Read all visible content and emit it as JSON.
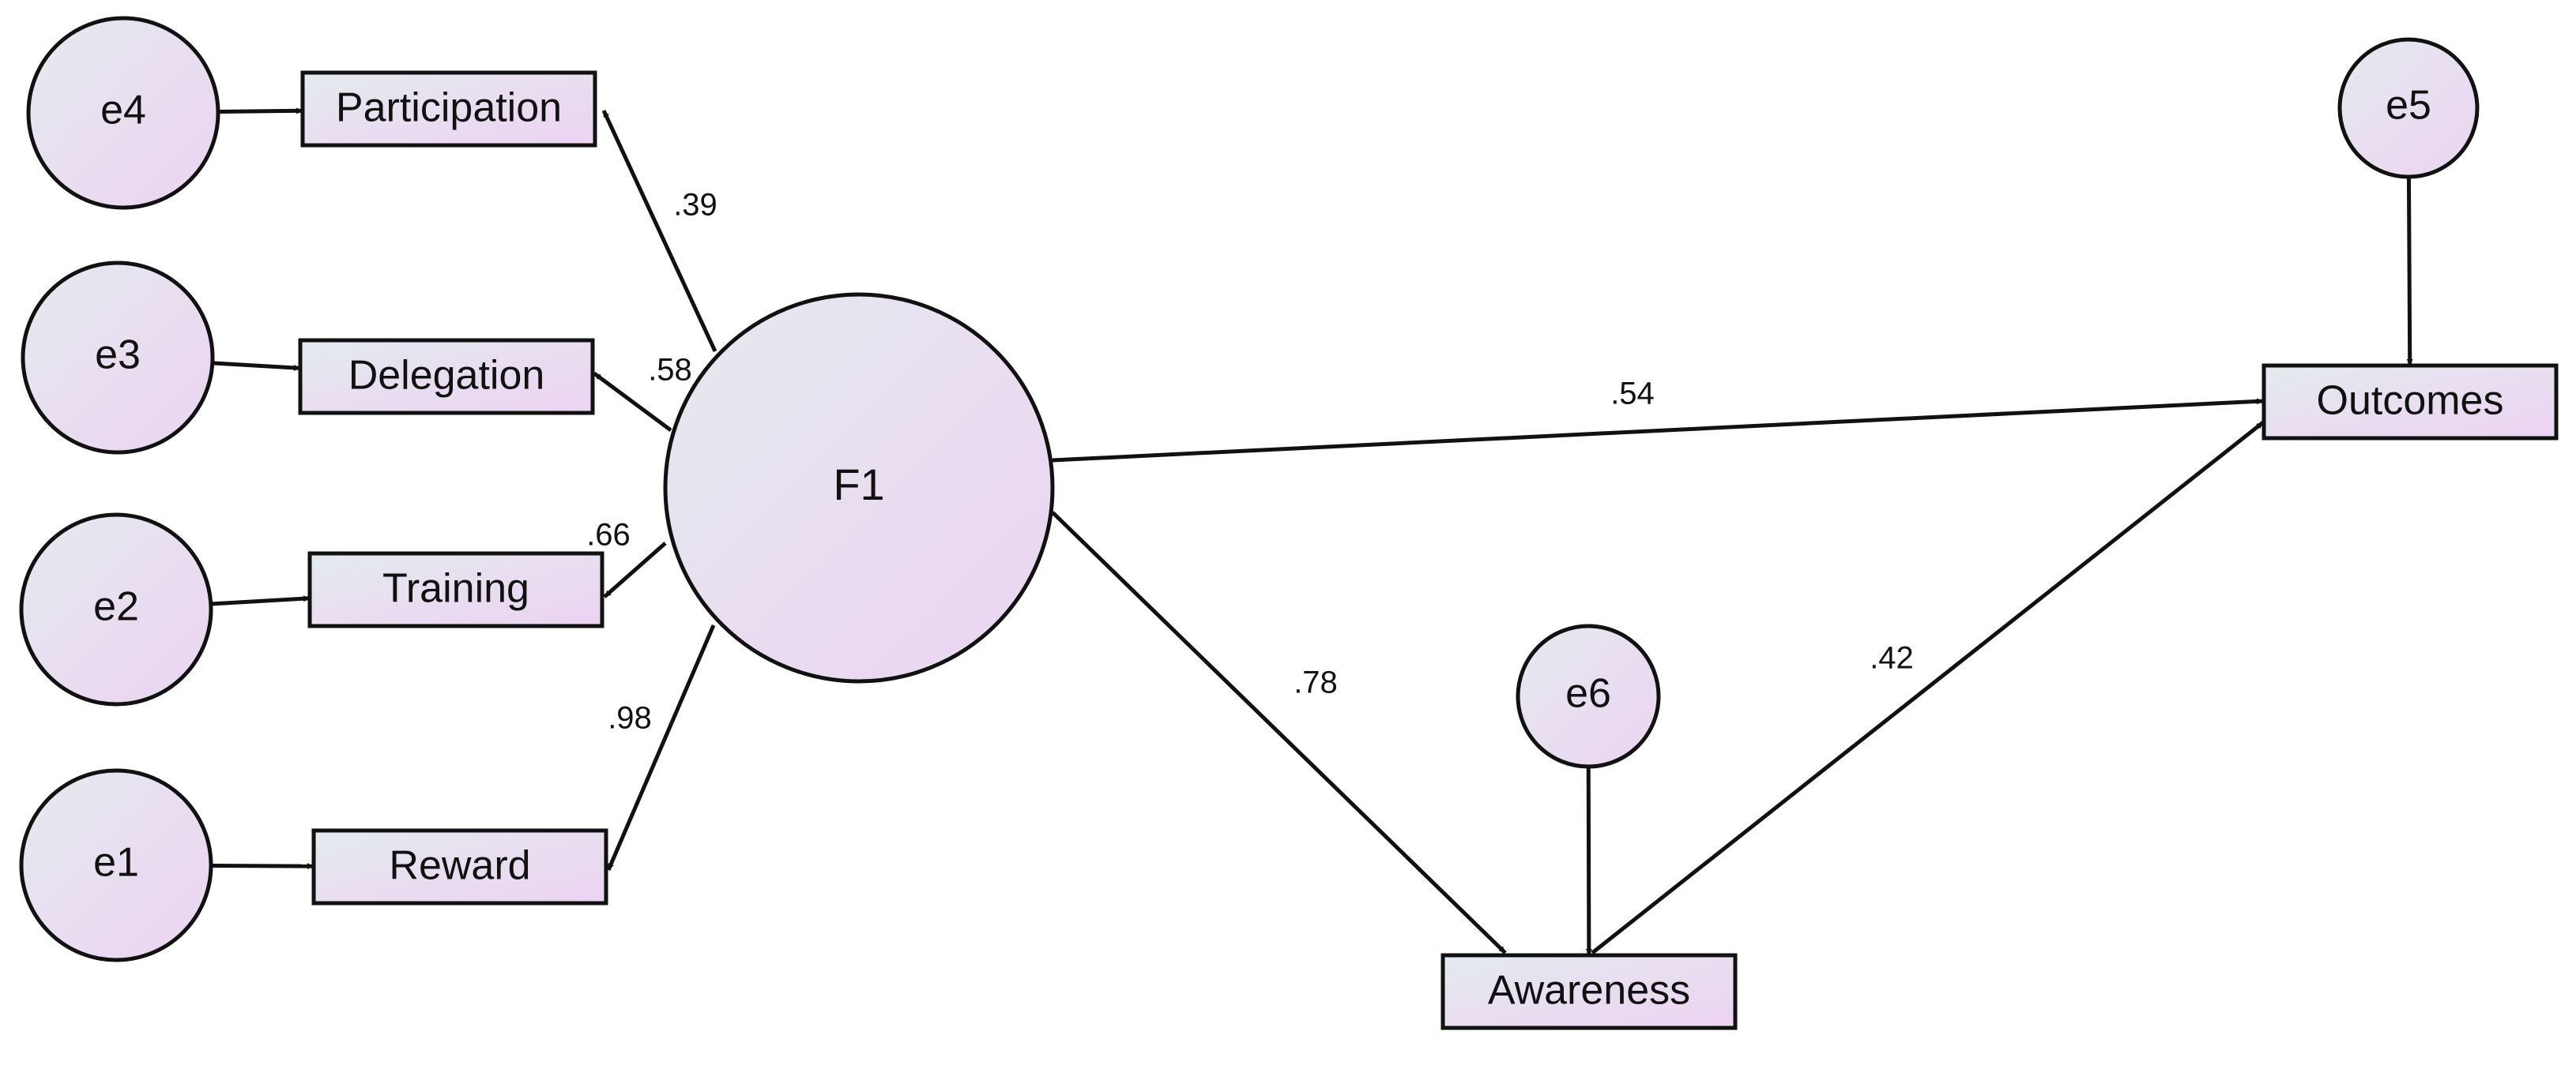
{
  "diagram": {
    "latent_factor": {
      "id": "F1",
      "label": "F1"
    },
    "error_terms": [
      {
        "id": "e1",
        "label": "e1"
      },
      {
        "id": "e2",
        "label": "e2"
      },
      {
        "id": "e3",
        "label": "e3"
      },
      {
        "id": "e4",
        "label": "e4"
      },
      {
        "id": "e5",
        "label": "e5"
      },
      {
        "id": "e6",
        "label": "e6"
      }
    ],
    "observed_variables": [
      {
        "id": "participation",
        "label": "Participation"
      },
      {
        "id": "delegation",
        "label": "Delegation"
      },
      {
        "id": "training",
        "label": "Training"
      },
      {
        "id": "reward",
        "label": "Reward"
      },
      {
        "id": "awareness",
        "label": "Awareness"
      },
      {
        "id": "outcomes",
        "label": "Outcomes"
      }
    ],
    "paths": [
      {
        "from": "F1",
        "to": "participation",
        "coefficient": ".39"
      },
      {
        "from": "F1",
        "to": "delegation",
        "coefficient": ".58"
      },
      {
        "from": "F1",
        "to": "training",
        "coefficient": ".66"
      },
      {
        "from": "F1",
        "to": "reward",
        "coefficient": ".98"
      },
      {
        "from": "F1",
        "to": "outcomes",
        "coefficient": ".54"
      },
      {
        "from": "F1",
        "to": "awareness",
        "coefficient": ".78"
      },
      {
        "from": "awareness",
        "to": "outcomes",
        "coefficient": ".42"
      },
      {
        "from": "e1",
        "to": "reward",
        "coefficient": ""
      },
      {
        "from": "e2",
        "to": "training",
        "coefficient": ""
      },
      {
        "from": "e3",
        "to": "delegation",
        "coefficient": ""
      },
      {
        "from": "e4",
        "to": "participation",
        "coefficient": ""
      },
      {
        "from": "e5",
        "to": "outcomes",
        "coefficient": ""
      },
      {
        "from": "e6",
        "to": "awareness",
        "coefficient": ""
      }
    ],
    "colors": {
      "fill_light": "#e4eaee",
      "fill_pink": "#ecd3f2",
      "stroke": "#111111"
    }
  }
}
